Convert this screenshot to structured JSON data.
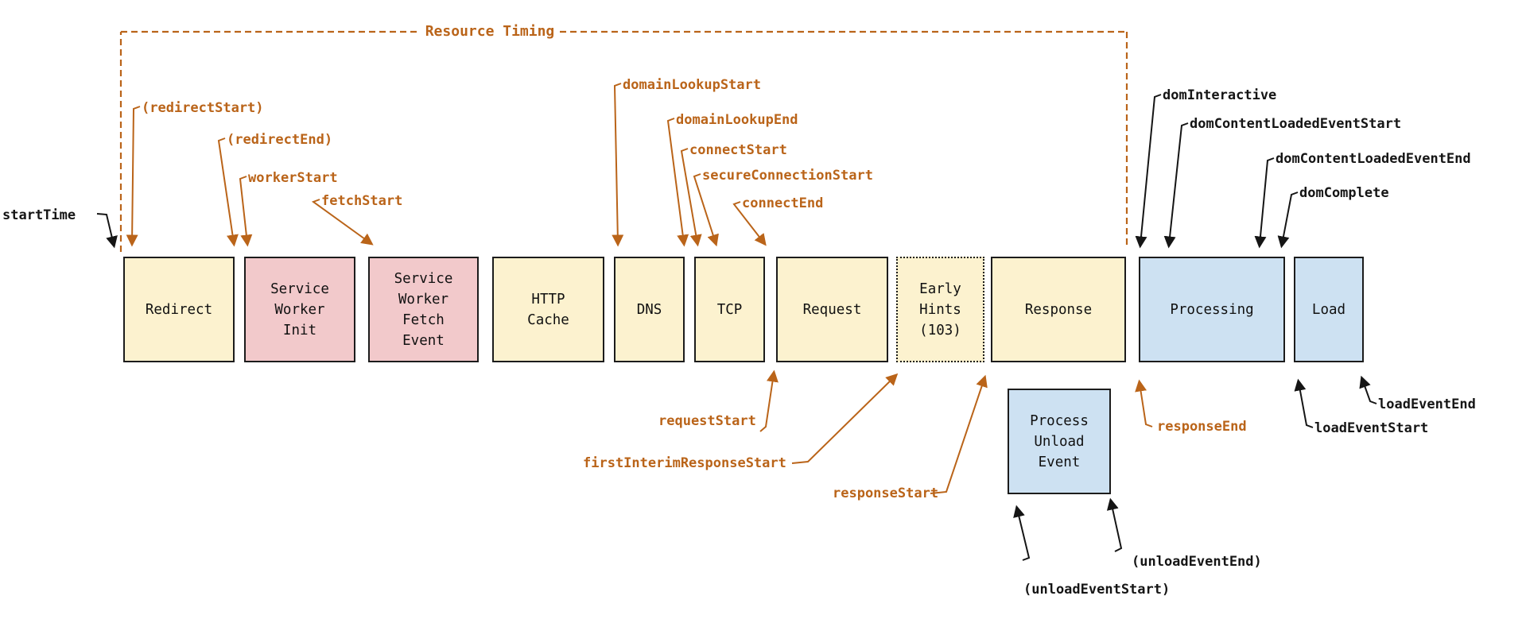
{
  "diagram": {
    "title": "Resource Timing",
    "boxes": {
      "redirect": {
        "label": "Redirect"
      },
      "sw_init": {
        "label": "Service\nWorker\nInit"
      },
      "sw_fetch": {
        "label": "Service\nWorker\nFetch\nEvent"
      },
      "http_cache": {
        "label": "HTTP\nCache"
      },
      "dns": {
        "label": "DNS"
      },
      "tcp": {
        "label": "TCP"
      },
      "request": {
        "label": "Request"
      },
      "early_hints": {
        "label": "Early\nHints\n(103)"
      },
      "response": {
        "label": "Response"
      },
      "processing": {
        "label": "Processing"
      },
      "load": {
        "label": "Load"
      },
      "process_unload": {
        "label": "Process\nUnload\nEvent"
      }
    },
    "timing_labels": {
      "startTime": "startTime",
      "redirectStart": "(redirectStart)",
      "redirectEnd": "(redirectEnd)",
      "workerStart": "workerStart",
      "fetchStart": "fetchStart",
      "domainLookupStart": "domainLookupStart",
      "domainLookupEnd": "domainLookupEnd",
      "connectStart": "connectStart",
      "secureConnectionStart": "secureConnectionStart",
      "connectEnd": "connectEnd",
      "requestStart": "requestStart",
      "firstInterimResponseStart": "firstInterimResponseStart",
      "responseStart": "responseStart",
      "responseEnd": "responseEnd",
      "domInteractive": "domInteractive",
      "domContentLoadedEventStart": "domContentLoadedEventStart",
      "domContentLoadedEventEnd": "domContentLoadedEventEnd",
      "domComplete": "domComplete",
      "loadEventStart": "loadEventStart",
      "loadEventEnd": "loadEventEnd",
      "unloadEventStart": "(unloadEventStart)",
      "unloadEventEnd": "(unloadEventEnd)"
    },
    "colors": {
      "accent_orange": "#BA6419",
      "fill_yellow": "#FCF2CF",
      "fill_pink": "#F2C9CB",
      "fill_blue": "#CDE1F2"
    }
  }
}
